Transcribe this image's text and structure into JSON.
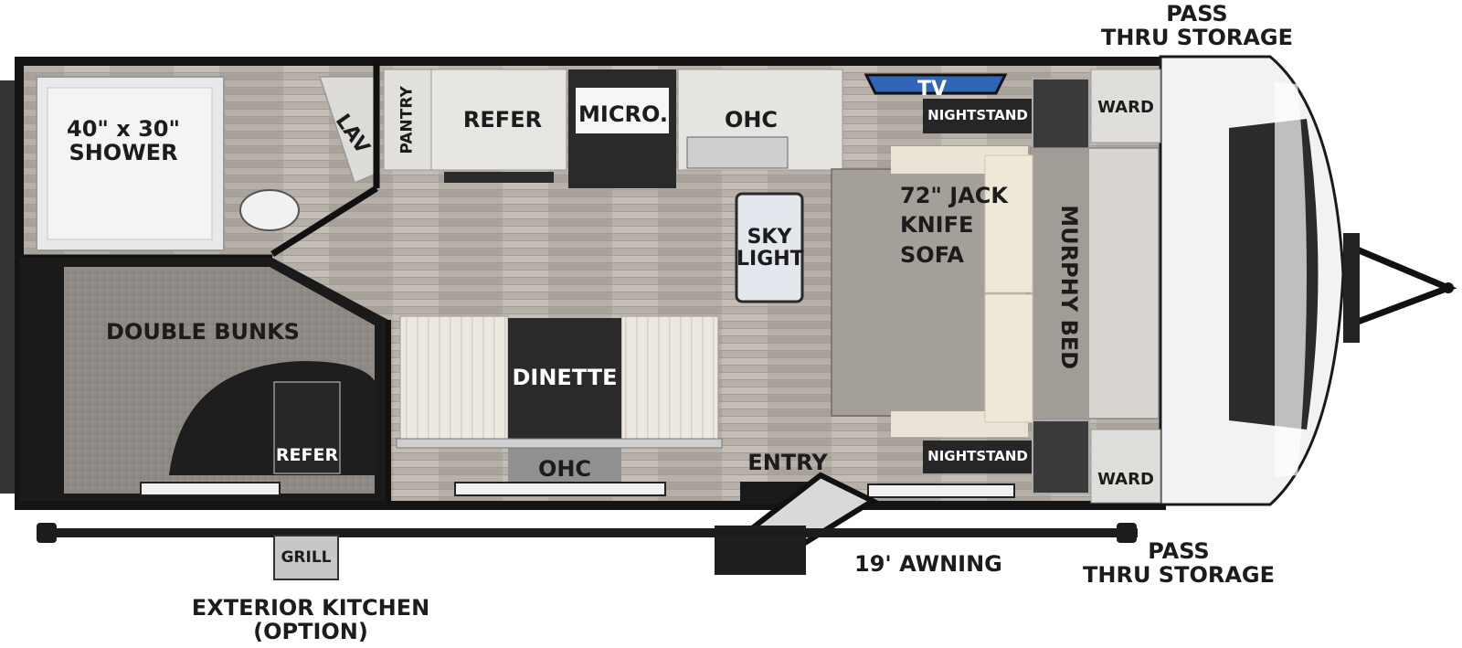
{
  "labels": {
    "pass_thru_storage_top": "PASS\nTHRU STORAGE",
    "pass_thru_storage_bottom": "PASS\nTHRU STORAGE",
    "shower": "40\" x 30\"\nSHOWER",
    "lav": "LAV",
    "pantry": "PANTRY",
    "refer_kitchen": "REFER",
    "micro": "MICRO.",
    "ohc_kitchen": "OHC",
    "tv": "TV",
    "nightstand_top": "NIGHTSTAND",
    "ward_top": "WARD",
    "sofa": "72\" JACK\nKNIFE\nSOFA",
    "murphy_bed": "MURPHY BED",
    "sky_light": "SKY\nLIGHT",
    "double_bunks": "DOUBLE BUNKS",
    "refer_bunk": "REFER",
    "dinette": "DINETTE",
    "ohc_dinette": "OHC",
    "entry": "ENTRY",
    "nightstand_bottom": "NIGHTSTAND",
    "ward_bottom": "WARD",
    "awning": "19' AWNING",
    "grill": "GRILL",
    "exterior_kitchen": "EXTERIOR KITCHEN\n(OPTION)"
  },
  "colors": {
    "wall": "#111111",
    "floor": "#b9b2aa",
    "cabinet": "#dcdad6",
    "bunk_gray": "#8f8a85",
    "accent_blue": "#2f66b8",
    "dinette_table": "#2a2a2a"
  }
}
